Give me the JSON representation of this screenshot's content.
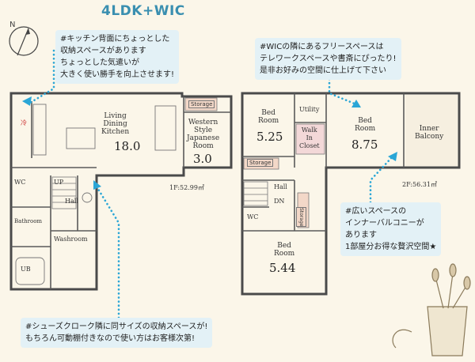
{
  "title": "4LDK+WIC",
  "notes": {
    "kitchen": [
      "#キッチン背面にちょっとした",
      "収納スペースがあります",
      "ちょっとした気遣いが",
      "大きく使い勝手を向上させます!"
    ],
    "wic": [
      "#WICの隣にあるフリースペースは",
      "テレワークスペースや書斎にぴったり!",
      "是非お好みの空間に仕上げて下さい"
    ],
    "balcony": [
      "#広いスペースの",
      "インナーバルコニーが",
      "あります",
      "1部屋分お得な贅沢空間★"
    ],
    "shoes": [
      "#シューズクローク隣に同サイズの収納スペースが!",
      "もちろん可動棚付きなので使い方はお客様次第!"
    ]
  },
  "floor1": {
    "area": "1F:52.99㎡",
    "ldk": {
      "name": [
        "Living",
        "Dining",
        "Kitchen"
      ],
      "size": "18.0"
    },
    "japanese": {
      "name": [
        "Western",
        "Style",
        "Japanese",
        "Room"
      ],
      "size": "3.0"
    },
    "storage": "Storage",
    "hall": "Hall",
    "up": "UP",
    "wc": "WC",
    "wash": "Washroom",
    "bath": "Bathroom",
    "ub": "UB",
    "ref": "冷"
  },
  "floor2": {
    "area": "2F:56.31㎡",
    "bed1": {
      "name": [
        "Bed",
        "Room"
      ],
      "size": "5.25"
    },
    "bed2": {
      "name": [
        "Bed",
        "Room"
      ],
      "size": "8.75"
    },
    "bed3": {
      "name": [
        "Bed",
        "Room"
      ],
      "size": "5.44"
    },
    "utility": "Utility",
    "wic": [
      "Walk",
      "In",
      "Closet"
    ],
    "balcony": [
      "Inner",
      "Balcony"
    ],
    "storage": "Storage",
    "storage2": "Storage",
    "hall": "Hall",
    "dn": "DN",
    "wc": "WC"
  }
}
